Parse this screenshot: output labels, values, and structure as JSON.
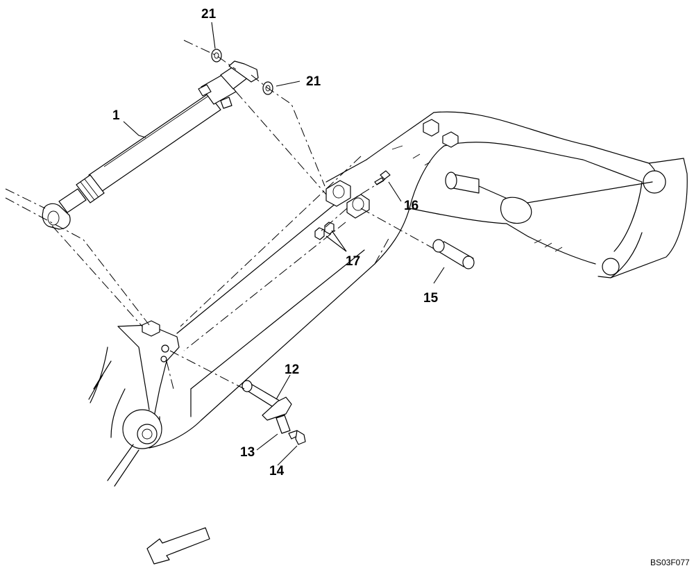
{
  "callouts": [
    {
      "id": "c21a",
      "label": "21"
    },
    {
      "id": "c21b",
      "label": "21"
    },
    {
      "id": "c1",
      "label": "1"
    },
    {
      "id": "c16",
      "label": "16"
    },
    {
      "id": "c17",
      "label": "17"
    },
    {
      "id": "c15",
      "label": "15"
    },
    {
      "id": "c12",
      "label": "12"
    },
    {
      "id": "c13",
      "label": "13"
    },
    {
      "id": "c14",
      "label": "14"
    }
  ],
  "reference": "BS03F077"
}
